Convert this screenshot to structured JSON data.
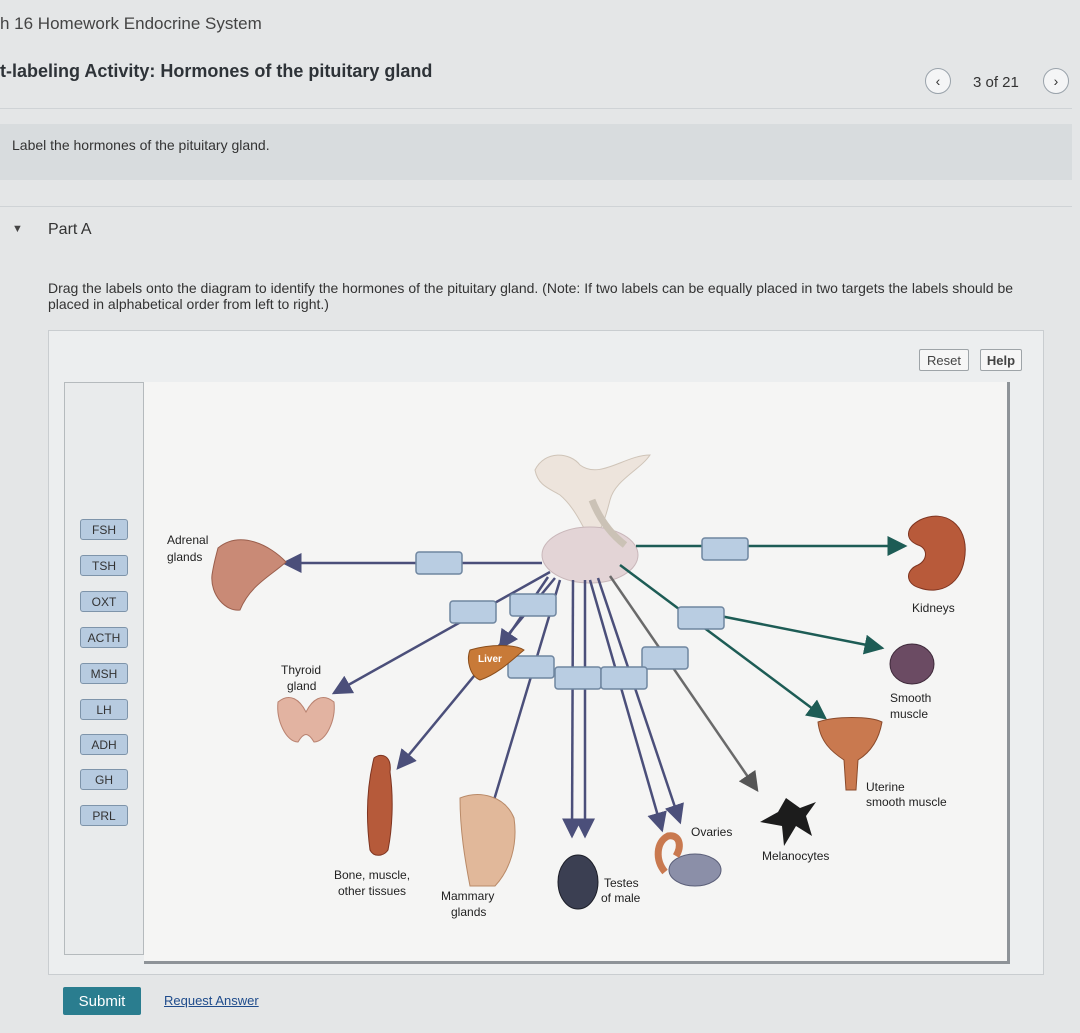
{
  "header": {
    "course_title": "h 16 Homework Endocrine System",
    "activity_title": "t-labeling Activity: Hormones of the pituitary gland",
    "prev_icon": "‹",
    "next_icon": "›",
    "page_counter": "3 of 21"
  },
  "intro": {
    "text": "Label the hormones of the pituitary gland."
  },
  "part": {
    "title": "Part A",
    "instructions": "Drag the labels onto the diagram to identify the hormones of the pituitary gland. (Note: If two labels can be equally placed in two targets the labels should be placed in alphabetical order from left to right.)"
  },
  "toolbar": {
    "reset_label": "Reset",
    "help_label": "Help"
  },
  "labels": [
    "FSH",
    "TSH",
    "OXT",
    "ACTH",
    "MSH",
    "LH",
    "ADH",
    "GH",
    "PRL"
  ],
  "targets": {
    "adrenal": "Adrenal glands",
    "kidneys": "Kidneys",
    "liver": "Liver",
    "thyroid": "Thyroid gland",
    "smooth_muscle": "Smooth muscle",
    "uterine": "Uterine smooth muscle",
    "bone": "Bone, muscle, other tissues",
    "mammary": "Mammary glands",
    "testes": "Testes of male",
    "ovaries": "Ovaries",
    "melanocytes": "Melanocytes"
  },
  "colors": {
    "accent": "#2a7d8f",
    "link": "#1f4c8c",
    "teal_arrow": "#1d5c55",
    "drop_zone": "#b9cde2"
  },
  "footer": {
    "submit_label": "Submit",
    "request_answer_label": "Request Answer"
  }
}
